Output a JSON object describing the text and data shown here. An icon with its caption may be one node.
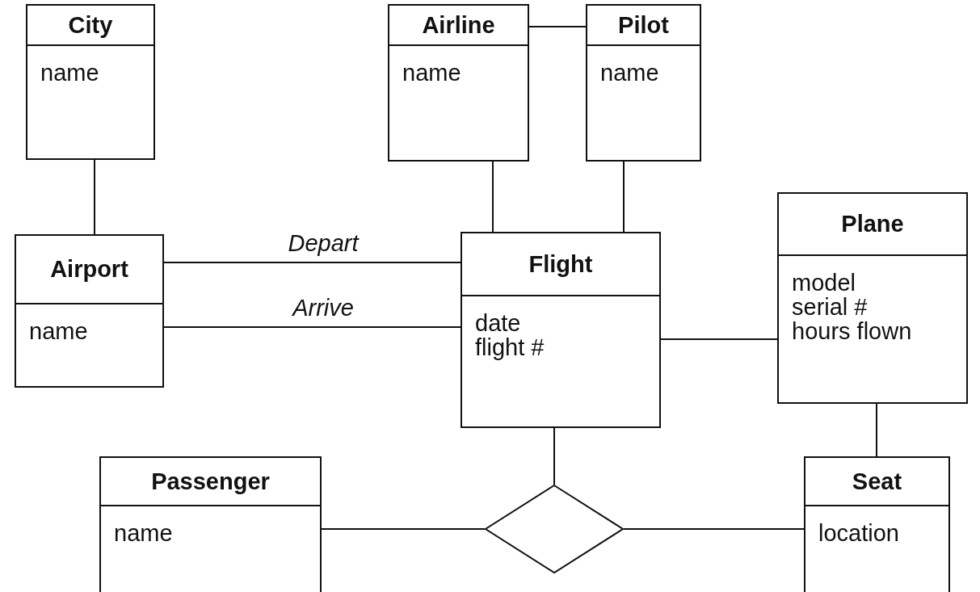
{
  "diagram": {
    "nodes": [
      {
        "text": [
          "City",
          "name"
        ]
      },
      {
        "text": [
          "Airline",
          "name"
        ]
      },
      {
        "text": [
          "Pilot",
          "name"
        ]
      },
      {
        "text": [
          "Airport",
          "name"
        ]
      },
      {
        "text": [
          "Flight",
          "date",
          "flight #"
        ]
      },
      {
        "text": [
          "Plane",
          "model",
          "serial #",
          "hours flown"
        ]
      },
      {
        "text": [
          "Passenger",
          "name"
        ]
      },
      {
        "text": [],
        "shape": "diamond"
      },
      {
        "text": [
          "Seat",
          "location"
        ]
      }
    ],
    "edges": [
      {
        "from": 0,
        "to": 3,
        "arrow": "none"
      },
      {
        "from": 1,
        "to": 2,
        "arrow": "none"
      },
      {
        "from": 1,
        "to": 4,
        "arrow": "none"
      },
      {
        "from": 2,
        "to": 4,
        "arrow": "none"
      },
      {
        "from": 3,
        "to": 4,
        "arrow": "none",
        "label": "Depart"
      },
      {
        "from": 3,
        "to": 4,
        "arrow": "none",
        "label": "Arrive"
      },
      {
        "from": 4,
        "to": 5,
        "arrow": "none"
      },
      {
        "from": 5,
        "to": 8,
        "arrow": "none"
      },
      {
        "from": 4,
        "to": 7,
        "arrow": "none"
      },
      {
        "from": 6,
        "to": 7,
        "arrow": "none"
      },
      {
        "from": 7,
        "to": 8,
        "arrow": "none"
      }
    ]
  }
}
